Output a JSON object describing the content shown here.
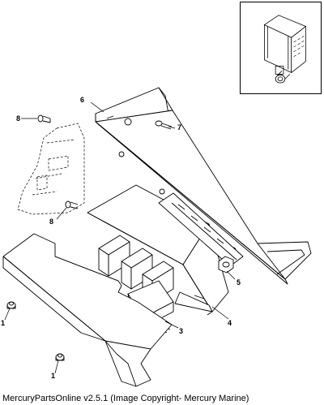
{
  "diagram": {
    "callouts": {
      "c1a": "1",
      "c1b": "1",
      "c3": "3",
      "c4": "4",
      "c5": "5",
      "c6": "6",
      "c7": "7",
      "c8a": "8",
      "c8b": "8"
    }
  },
  "footer": {
    "text": "MercuryPartsOnline v2.5.1 (Image Copyright- Mercury Marine)"
  },
  "colors": {
    "line": "#000000",
    "background": "#ffffff"
  }
}
